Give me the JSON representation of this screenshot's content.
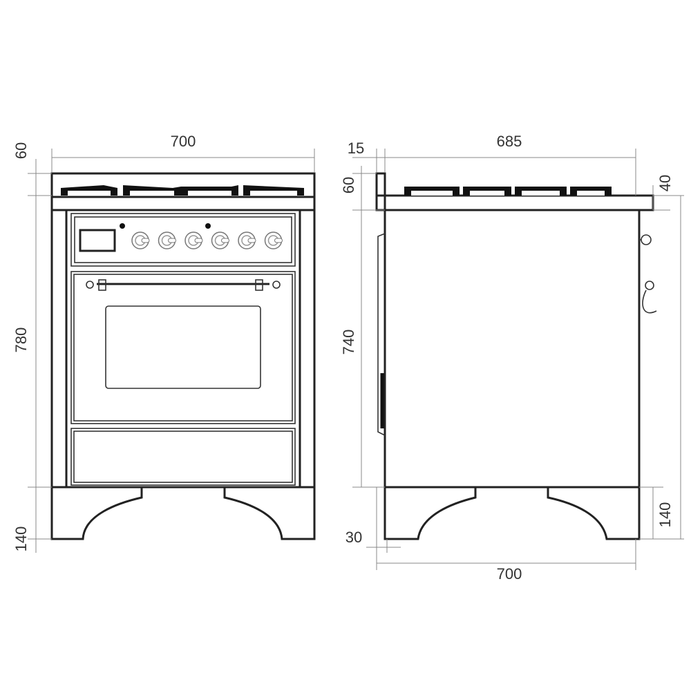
{
  "front_view": {
    "width": "700",
    "top_height": "60",
    "body_height": "780",
    "feet_height": "140",
    "knob_count": 6
  },
  "side_view": {
    "backsplash": "15",
    "depth": "685",
    "top_height": "60",
    "hob_height": "40",
    "body_height": "740",
    "feet_height": "140",
    "door_offset": "30",
    "total_depth": "700"
  }
}
